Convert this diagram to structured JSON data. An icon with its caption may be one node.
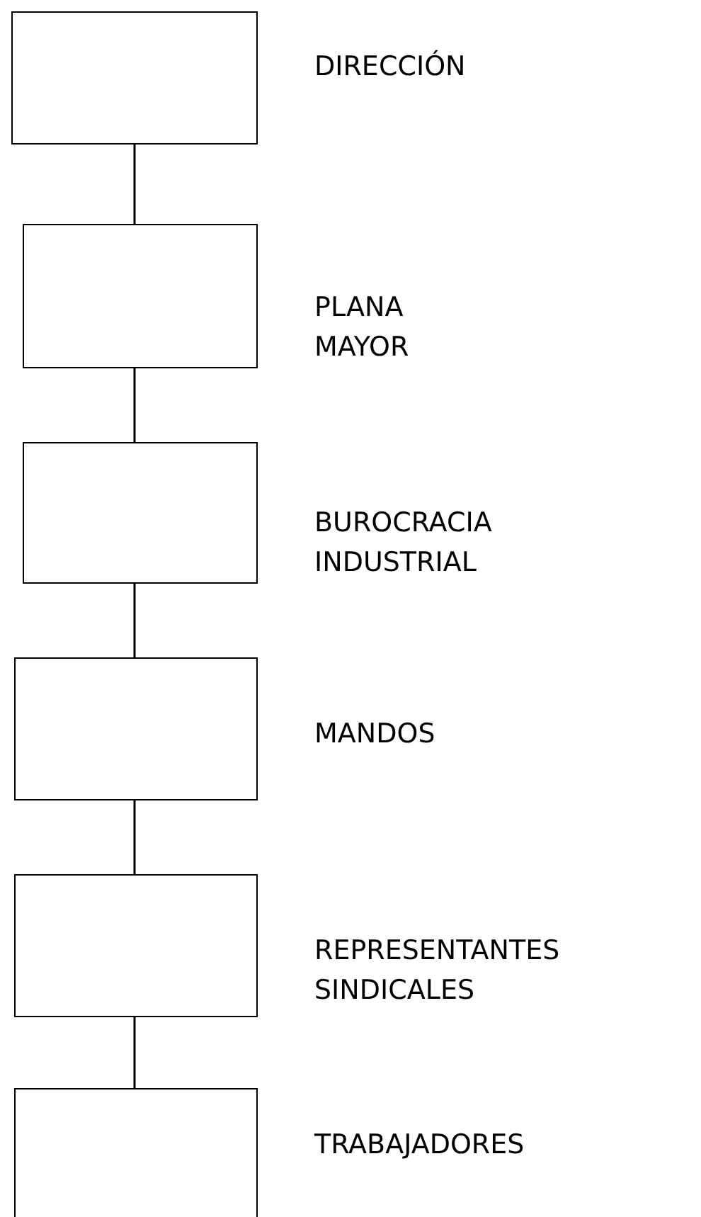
{
  "diagram": {
    "nodes": [
      {
        "text": [],
        "shape": "box",
        "beside": [
          "DIRECCIÓN"
        ]
      },
      {
        "text": [],
        "shape": "box",
        "beside": [
          "PLANA MAYOR"
        ]
      },
      {
        "text": [],
        "shape": "box",
        "beside": [
          "BUROCRACIA INDUSTRIAL"
        ]
      },
      {
        "text": [],
        "shape": "box",
        "beside": [
          "MANDOS"
        ]
      },
      {
        "text": [],
        "shape": "box",
        "beside": [
          "REPRESENTANTES SINDICALES"
        ]
      },
      {
        "text": [],
        "shape": "box",
        "beside": [
          "TRABAJADORES"
        ]
      }
    ],
    "edges": [
      {
        "from": 0,
        "to": 1,
        "arrow": "none"
      },
      {
        "from": 1,
        "to": 2,
        "arrow": "none"
      },
      {
        "from": 2,
        "to": 3,
        "arrow": "none"
      },
      {
        "from": 3,
        "to": 4,
        "arrow": "none"
      },
      {
        "from": 4,
        "to": 5,
        "arrow": "none"
      }
    ]
  }
}
